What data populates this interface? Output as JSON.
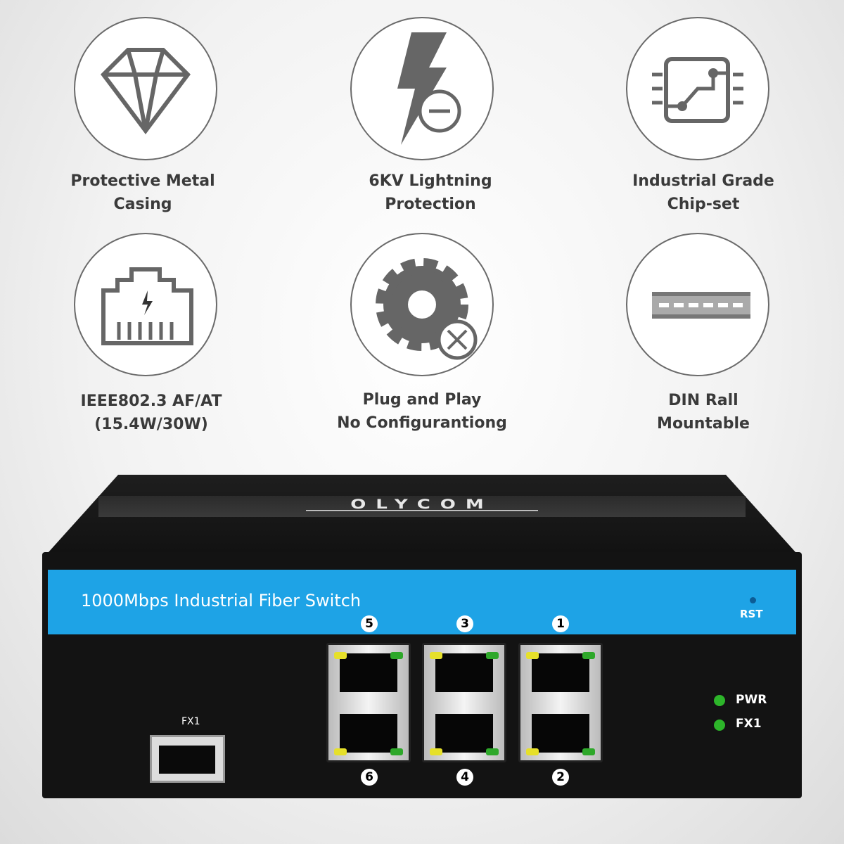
{
  "features": [
    {
      "icon": "diamond-icon",
      "line1": "Protective Metal",
      "line2": "Casing"
    },
    {
      "icon": "lightning-minus-icon",
      "line1": "6KV Lightning",
      "line2": "Protection"
    },
    {
      "icon": "chip-icon",
      "line1": "Industrial Grade",
      "line2": "Chip-set"
    },
    {
      "icon": "rj45-poe-icon",
      "line1": "IEEE802.3 AF/AT",
      "line2": "(15.4W/30W)"
    },
    {
      "icon": "gear-cross-icon",
      "line1": "Plug and Play",
      "line2": "No Configurantiong"
    },
    {
      "icon": "din-rail-icon",
      "line1": "DIN Rall",
      "line2": "Mountable"
    }
  ],
  "device": {
    "brand": "OLYCOM",
    "title": "1000Mbps Industrial Fiber Switch",
    "rst": "RST",
    "ports_top": [
      "5",
      "3",
      "1"
    ],
    "ports_bottom": [
      "6",
      "4",
      "2"
    ],
    "sfp_label": "FX1",
    "status": [
      {
        "label": "PWR",
        "color": "#2db52a"
      },
      {
        "label": "FX1",
        "color": "#2db52a"
      }
    ]
  }
}
